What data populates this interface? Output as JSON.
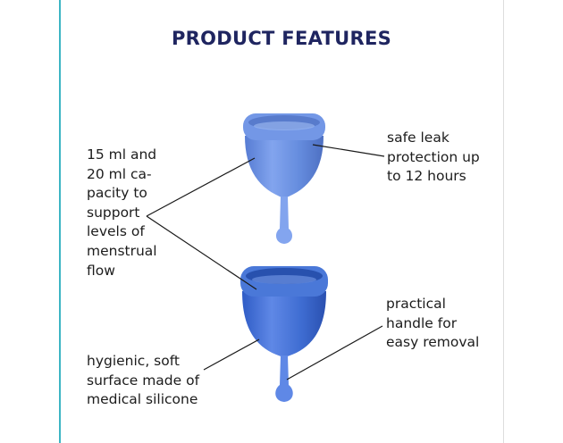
{
  "title": "PRODUCT FEATURES",
  "features": {
    "capacity": "15 ml and\n20 ml ca-\npacity to\nsupport\nlevels of\nmenstrual\nflow",
    "leak": "safe leak\nprotection up\nto 12 hours",
    "handle": "practical\nhandle for\neasy removal",
    "silicone": "hygienic, soft\nsurface made of\nmedical silicone"
  },
  "colors": {
    "title": "#1f2560",
    "cup": "#4a78d8",
    "cup_dark": "#2f57b8",
    "accent_edge": "#3db5c4"
  }
}
